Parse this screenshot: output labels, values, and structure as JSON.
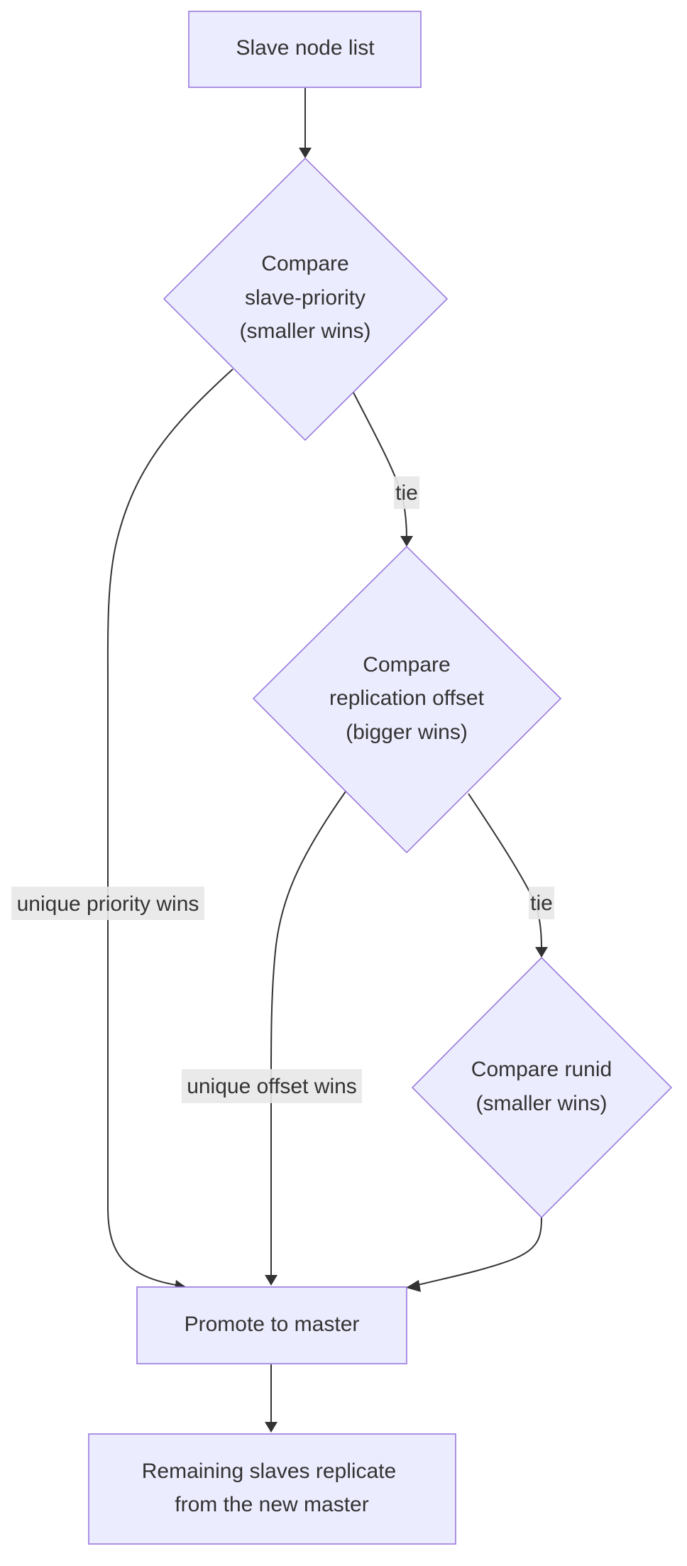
{
  "diagram": {
    "nodes": {
      "slave_list": {
        "label": "Slave node list"
      },
      "compare_priority": {
        "line1": "Compare",
        "line2": "slave-priority",
        "line3": "(smaller wins)"
      },
      "compare_offset": {
        "line1": "Compare",
        "line2": "replication offset",
        "line3": "(bigger wins)"
      },
      "compare_runid": {
        "line1": "Compare runid",
        "line2": "(smaller wins)"
      },
      "promote": {
        "label": "Promote to master"
      },
      "remaining": {
        "line1": "Remaining slaves replicate",
        "line2": "from the new master"
      }
    },
    "edges": {
      "priority_tie": {
        "label": "tie"
      },
      "offset_tie": {
        "label": "tie"
      },
      "unique_priority": {
        "label": "unique priority wins"
      },
      "unique_offset": {
        "label": "unique offset wins"
      }
    }
  },
  "colors": {
    "node_fill": "#ECECFF",
    "node_stroke": "#9370DB",
    "edge_stroke": "#333333",
    "label_bg": "#e8e8e8",
    "text": "#333333"
  }
}
